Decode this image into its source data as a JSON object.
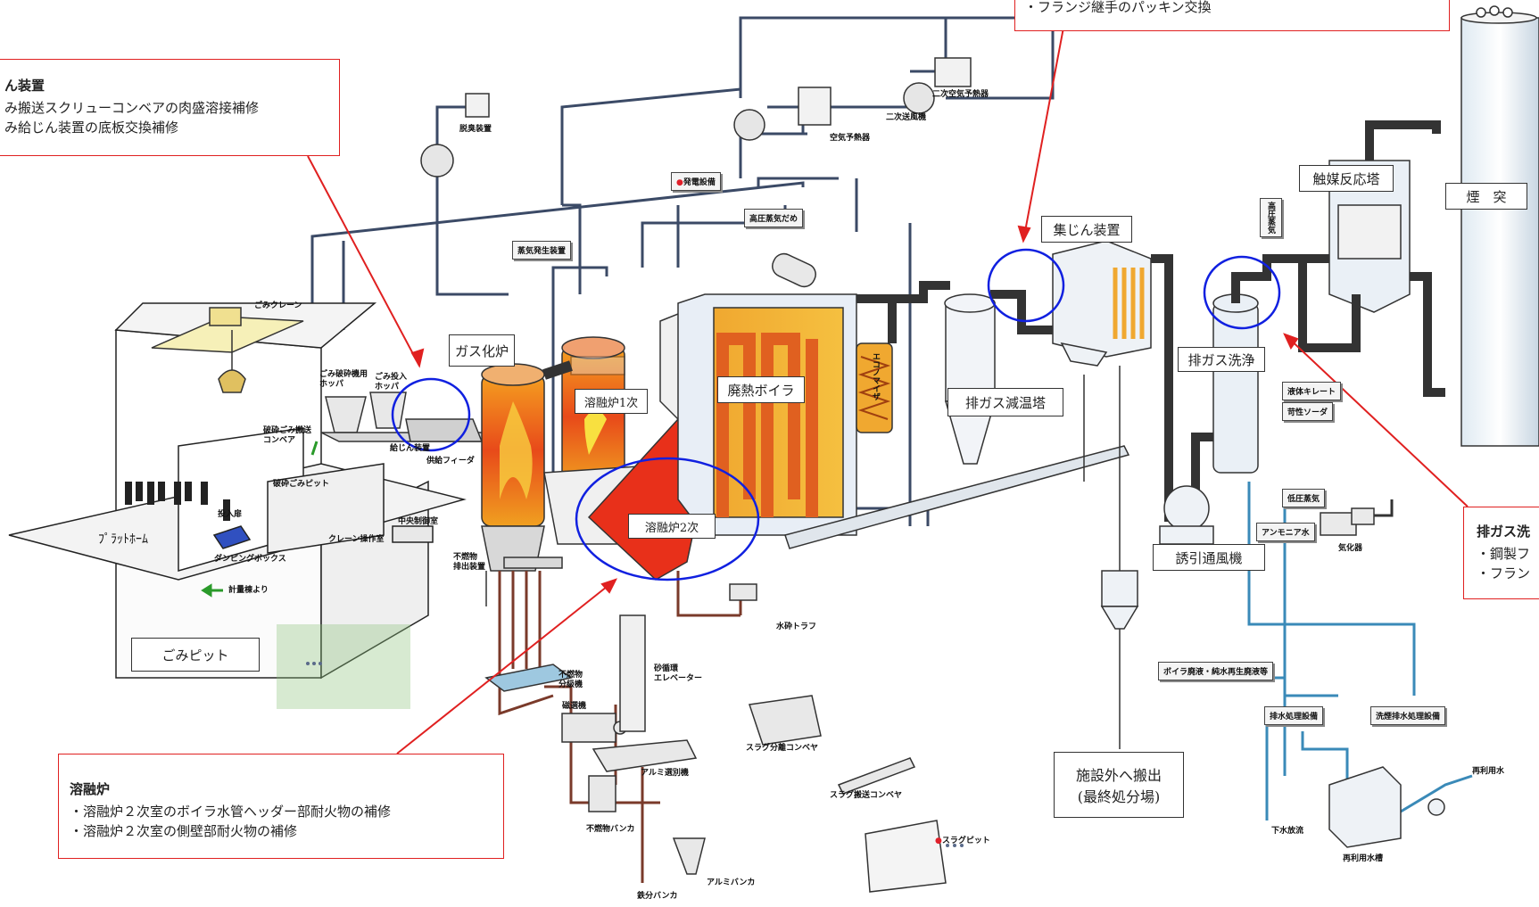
{
  "labels": {
    "gasification_furnace": "ガス化炉",
    "melting_1": "溶融炉1次",
    "melting_2": "溶融炉2次",
    "waste_boiler": "廃熱ボイラ",
    "cooling_tower": "排ガス減温塔",
    "dust_collector": "集じん装置",
    "scrubber": "排ガス洗浄",
    "induced_fan": "誘引通風機",
    "catalyst_tower": "触媒反応塔",
    "chimney": "煙　突",
    "refuse_pit": "ごみピット",
    "platform": "ﾌﾟﾗｯﾄﾎｰﾑ",
    "off_site": "施設外へ搬出",
    "final_disposal": "(最終処分場)"
  },
  "small_labels": {
    "crane": "ごみクレーン",
    "crusher_hopper": "ごみ破砕機用\nホッパ",
    "input_hopper": "ごみ投入\nホッパ",
    "crushed_conveyor": "破砕ごみ搬送\nコンベア",
    "feeder_device": "給じん装置",
    "supply_feeder": "供給フィーダ",
    "crushed_pit": "破砕ごみピット",
    "input_door": "投入扉",
    "dumping_box": "ダンピングボックス",
    "crane_room": "クレーン操作室",
    "control_room": "中央制御室",
    "from_scale": "計量棟より",
    "deodorizer": "脱臭装置",
    "air_preheater": "空気予熱器",
    "secondary_fan": "二次送風機",
    "secondary_preheater": "二次空気予熱器",
    "power_generation": "発電設備",
    "steam_drum": "高圧蒸気だめ",
    "steam_generator": "蒸気発生装置",
    "economizer": "エコノマイザ",
    "incombustible_discharge": "不燃物\n排出装置",
    "incombustible_separator": "不燃物\n分級機",
    "magnetic_separator": "磁選機",
    "alumi_separator": "アルミ選別機",
    "incombustible_bunker": "不燃物バンカ",
    "iron_bunker": "鉄分バンカ",
    "alumi_bunker": "アルミバンカ",
    "sand_elevator": "砂循環\nエレベーター",
    "water_trough": "水砕トラフ",
    "slag_separator": "スラグ分離コンベヤ",
    "slag_conveyor": "スラグ搬送コンベヤ",
    "slag_pit": "スラグピット",
    "liquid_chelate": "液体キレート",
    "caustic_soda": "苛性ソーダ",
    "low_pressure_steam": "低圧蒸気",
    "high_pressure_steam": "高圧蒸気",
    "ammonia_water": "アンモニア水",
    "vaporizer": "気化器",
    "boiler_waste": "ボイラ廃液・純水再生廃液等",
    "wastewater_facility": "排水処理設備",
    "scrub_wastewater_facility": "洗煙排水処理設備",
    "sewer": "下水放流",
    "reuse_tank": "再利用水槽",
    "reuse_water": "再利用水"
  },
  "callouts": {
    "top": {
      "lines": [
        "・フランジ継手のパッキン交換"
      ]
    },
    "left_top": {
      "title": "ん装置",
      "lines": [
        "み搬送スクリューコンベアの肉盛溶接補修",
        "み給じん装置の底板交換補修"
      ]
    },
    "melting": {
      "title": "溶融炉",
      "lines": [
        "・溶融炉２次室のボイラ水管ヘッダー部耐火物の補修",
        "・溶融炉２次室の側壁部耐火物の補修"
      ]
    },
    "scrubber": {
      "title": "排ガス洗",
      "lines": [
        "・鋼製フ",
        "・フラン"
      ]
    }
  },
  "colors": {
    "callout_border": "#e02020",
    "circle": "#1020e0",
    "fire": "#e8401a",
    "pipe": "#4a6a9a",
    "water_pipe": "#3a8ab8",
    "dirty_pipe": "#7a3a2a"
  }
}
